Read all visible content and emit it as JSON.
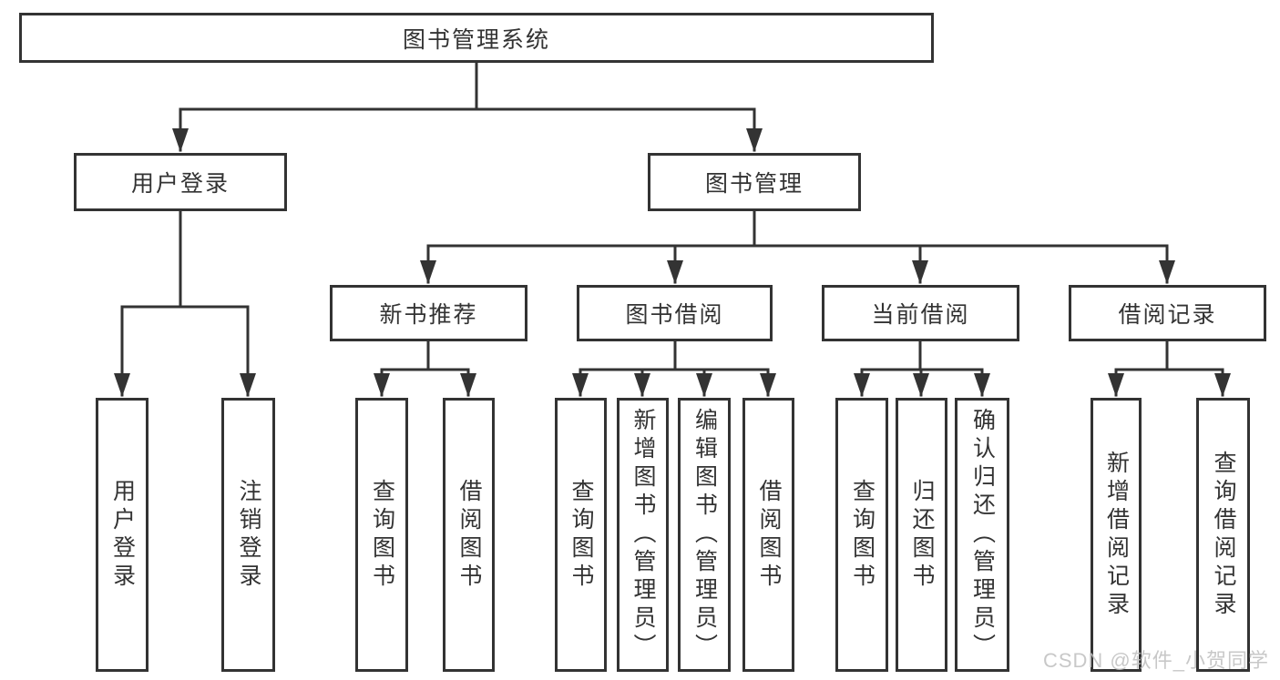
{
  "diagram": {
    "root": "图书管理系统",
    "branches": [
      {
        "label": "用户登录",
        "children": [
          "用户登录",
          "注销登录"
        ]
      },
      {
        "label": "图书管理",
        "children": [
          {
            "label": "新书推荐",
            "children": [
              "查询图书",
              "借阅图书"
            ]
          },
          {
            "label": "图书借阅",
            "children": [
              "查询图书",
              "新增图书（管理员）",
              "编辑图书（管理员）",
              "借阅图书"
            ]
          },
          {
            "label": "当前借阅",
            "children": [
              "查询图书",
              "归还图书",
              "确认归还（管理员）"
            ]
          },
          {
            "label": "借阅记录",
            "children": [
              "新增借阅记录",
              "查询借阅记录"
            ]
          }
        ]
      }
    ]
  },
  "watermark": {
    "text": "CSDN @软件_小贺同学"
  },
  "colors": {
    "line": "#333333",
    "text": "#333333",
    "box_fill": "#ffffff",
    "watermark": "#bfbfbf"
  }
}
